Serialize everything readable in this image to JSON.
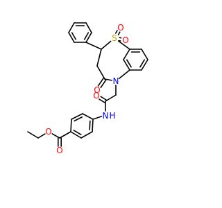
{
  "diagram": {
    "atoms": [
      {
        "id": "S",
        "text": "S",
        "color": "#b8a400"
      },
      {
        "id": "O1",
        "text": "O",
        "color": "#ff0000"
      },
      {
        "id": "O2",
        "text": "O",
        "color": "#ff0000"
      },
      {
        "id": "N1",
        "text": "N",
        "color": "#0000ff"
      },
      {
        "id": "O3",
        "text": "O",
        "color": "#ff0000"
      },
      {
        "id": "O4",
        "text": "O",
        "color": "#ff0000"
      },
      {
        "id": "N2",
        "text": "N",
        "color": "#0000ff"
      },
      {
        "id": "H",
        "text": "H",
        "color": "#0000ff"
      },
      {
        "id": "O5",
        "text": "O",
        "color": "#ff0000"
      },
      {
        "id": "O6",
        "text": "O",
        "color": "#ff0000"
      }
    ],
    "bond_color": "#000000",
    "background": "#ffffff"
  }
}
